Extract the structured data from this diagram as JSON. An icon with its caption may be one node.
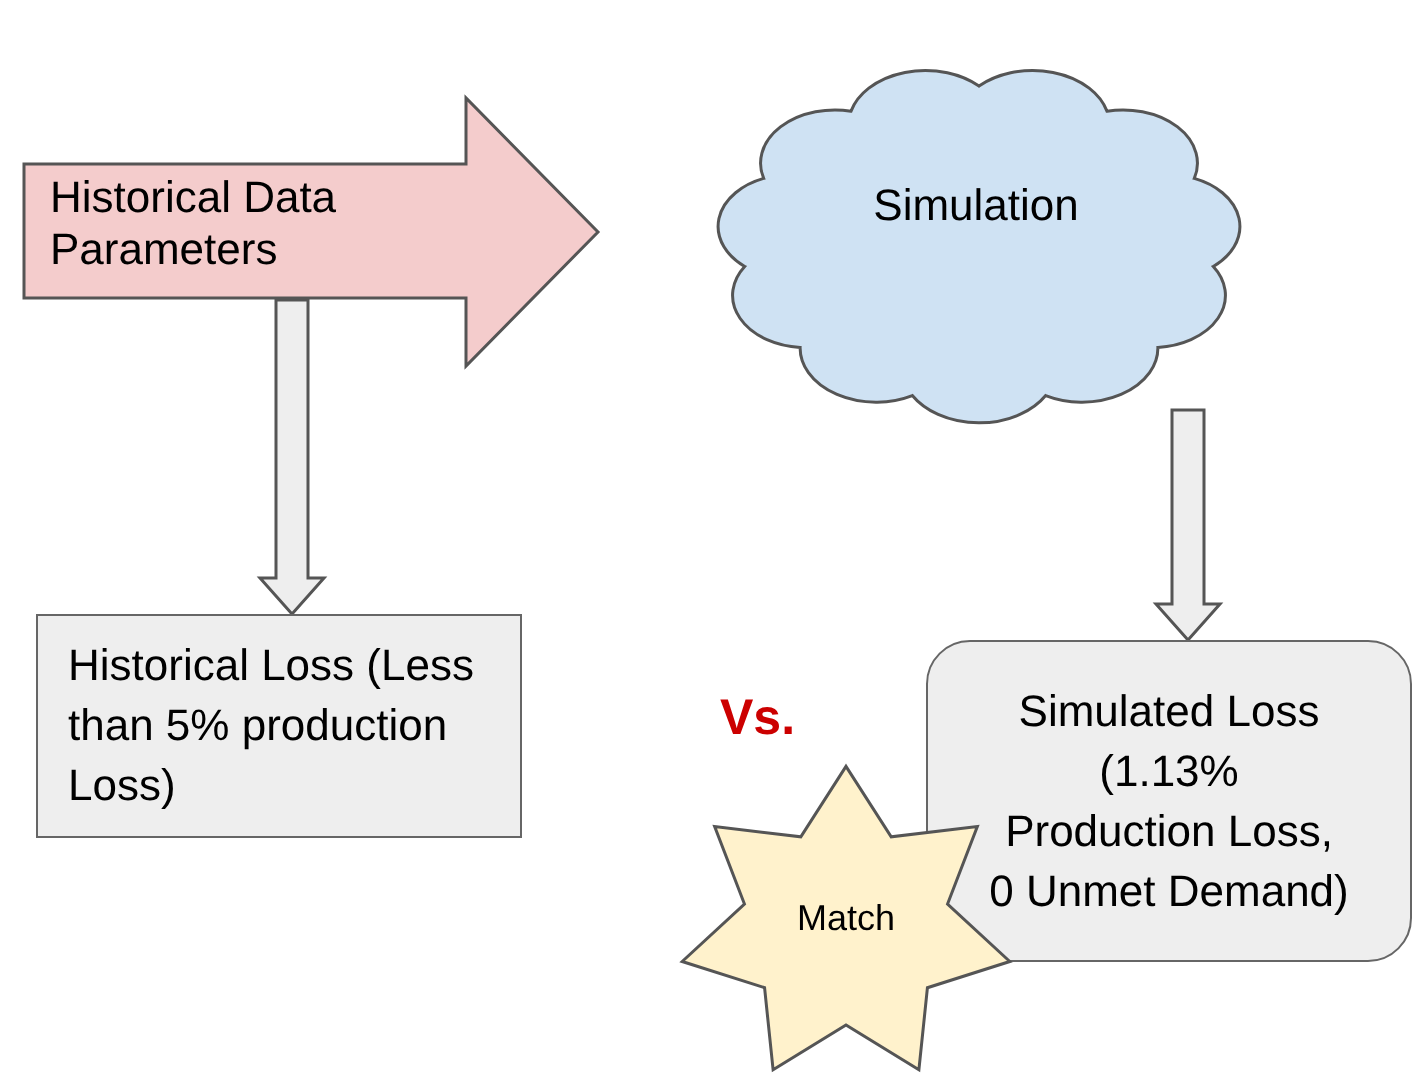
{
  "diagram": {
    "nodes": [
      {
        "text": [
          "Historical Data Parameters"
        ]
      },
      {
        "text": [
          "Simulation"
        ]
      },
      {
        "text": [
          "Historical Loss (Less than 5% production Loss)"
        ]
      },
      {
        "text": [
          "Simulated Loss (1.13% Production Loss, 0 Unmet Demand)"
        ]
      },
      {
        "text": [
          "Match"
        ]
      }
    ],
    "edges": [
      {
        "from": 0,
        "to": 2,
        "arrow": "to"
      },
      {
        "from": 1,
        "to": 3,
        "arrow": "to"
      }
    ],
    "labels": [
      "Vs."
    ]
  }
}
